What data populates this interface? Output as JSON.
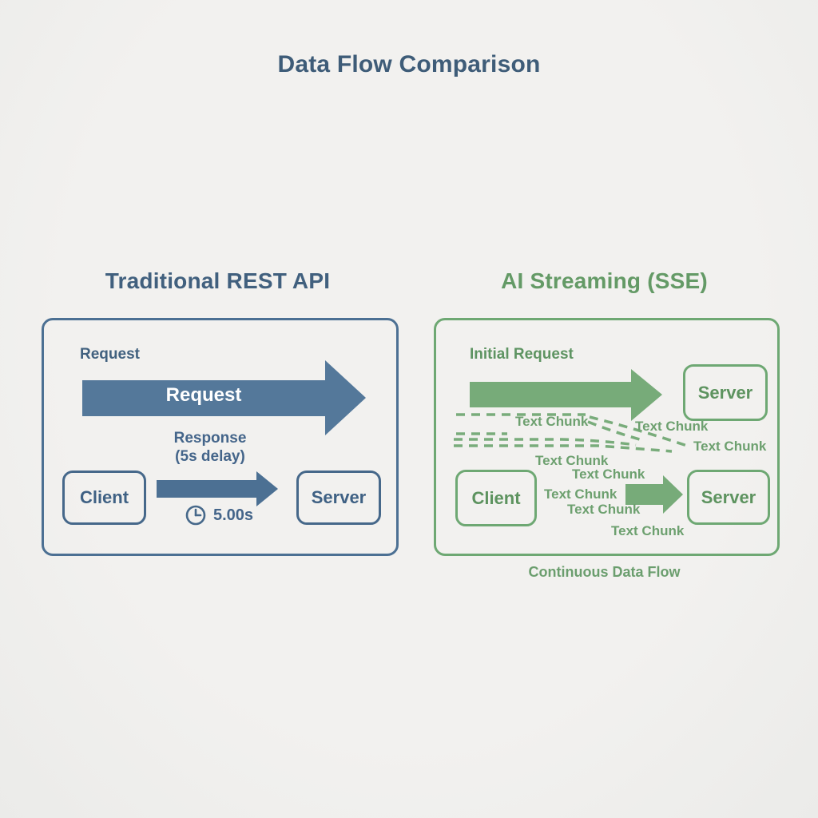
{
  "title": "Data Flow Comparison",
  "panels": {
    "rest": {
      "heading": "Traditional REST API",
      "request_label": "Request",
      "arrow_label": "Request",
      "response_line1": "Response",
      "response_line2": "(5s delay)",
      "timer_value": "5.00s",
      "client_label": "Client",
      "server_label": "Server"
    },
    "sse": {
      "heading": "AI Streaming (SSE)",
      "initial_request_label": "Initial Request",
      "server_top_label": "Server",
      "client_label": "Client",
      "server_bottom_label": "Server",
      "chunk_labels": [
        "Text Chunk",
        "Text Chunk",
        "Text Chunk",
        "Text Chunk",
        "Text Chunk",
        "Text Chunk",
        "Text Chunk",
        "Text Chunk"
      ],
      "caption": "Continuous Data Flow"
    }
  },
  "colors": {
    "background": "#f0efed",
    "slate_heading": "#41607e",
    "slate_border": "#4c7093",
    "slate_arrow_fill": "#54789a",
    "green_heading": "#649a66",
    "green_border": "#6ea873",
    "green_arrow_fill": "#77ab79",
    "green_text": "#6da06f"
  }
}
